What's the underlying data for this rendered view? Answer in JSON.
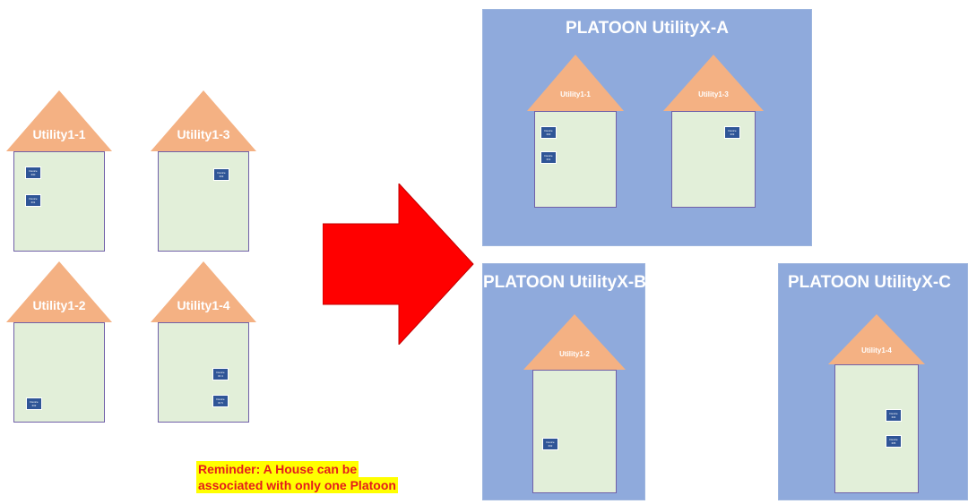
{
  "houses_left": [
    {
      "label": "Utility1-1",
      "devices": [
        {
          "line1": "Device",
          "line2": "ID0"
        },
        {
          "line1": "Device",
          "line2": "ID1"
        }
      ]
    },
    {
      "label": "Utility1-3",
      "devices": [
        {
          "line1": "Device",
          "line2": "ID3"
        }
      ]
    },
    {
      "label": "Utility1-2",
      "devices": [
        {
          "line1": "Device",
          "line2": "ID2"
        }
      ]
    },
    {
      "label": "Utility1-4",
      "devices": [
        {
          "line1": "Device",
          "line2": "ID 4"
        },
        {
          "line1": "Device",
          "line2": "ID 5"
        }
      ]
    }
  ],
  "platoons": [
    {
      "title": "PLATOON UtilityX-A",
      "houses": [
        {
          "label": "Utility1-1",
          "devices": [
            {
              "line1": "Device",
              "line2": "ID0"
            },
            {
              "line1": "Device",
              "line2": "ID1"
            }
          ]
        },
        {
          "label": "Utility1-3",
          "devices": [
            {
              "line1": "Device",
              "line2": "ID3"
            }
          ]
        }
      ]
    },
    {
      "title": "PLATOON UtilityX-B",
      "houses": [
        {
          "label": "Utility1-2",
          "devices": [
            {
              "line1": "Device",
              "line2": "ID2"
            }
          ]
        }
      ]
    },
    {
      "title": "PLATOON UtilityX-C",
      "houses": [
        {
          "label": "Utility1-4",
          "devices": [
            {
              "line1": "Device",
              "line2": "ID4"
            },
            {
              "line1": "Device",
              "line2": "ID5"
            }
          ]
        }
      ]
    }
  ],
  "reminder": {
    "line1": "Reminder: A House can be",
    "line2": "associated with only one Platoon"
  },
  "colors": {
    "roof": "#F4B183",
    "house_body": "#E2EFD9",
    "device": "#2F5597",
    "platoon": "#8FAADC",
    "arrow": "#FF0000",
    "highlight": "#FFFF00",
    "reminder_text": "#E41C1C"
  }
}
